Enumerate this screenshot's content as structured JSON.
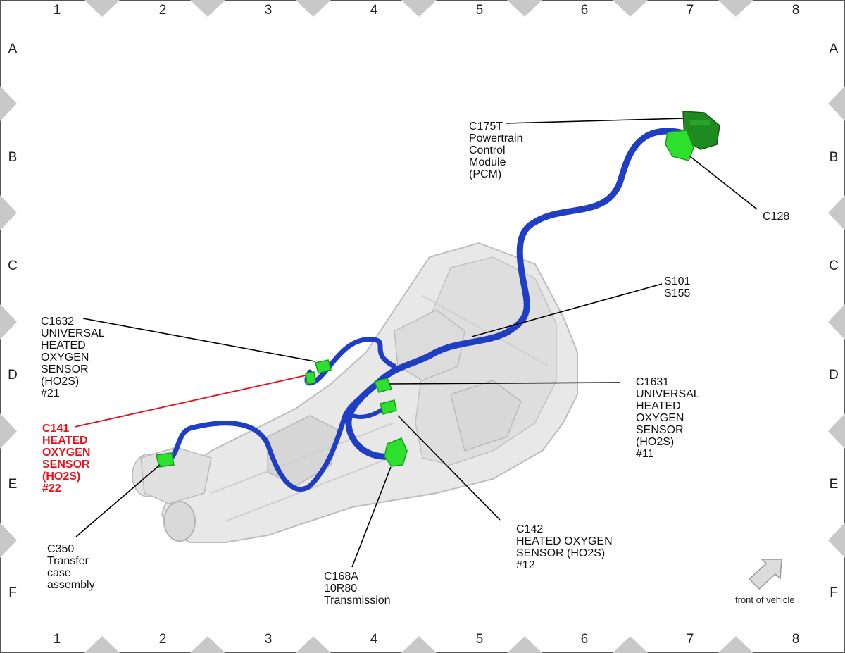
{
  "grid": {
    "columns": [
      "1",
      "2",
      "3",
      "4",
      "5",
      "6",
      "7",
      "8"
    ],
    "rows": [
      "A",
      "B",
      "C",
      "D",
      "E",
      "F"
    ]
  },
  "callouts": {
    "c175t": "C175T\nPowertrain\nControl\nModule\n(PCM)",
    "c128": "C128",
    "s101": "S101\nS155",
    "c1632": "C1632\nUNIVERSAL\nHEATED\nOXYGEN\nSENSOR\n(HO2S)\n#21",
    "c141": "C141\nHEATED\nOXYGEN\nSENSOR\n(HO2S)\n#22",
    "c1631": "C1631\nUNIVERSAL\nHEATED\nOXYGEN\nSENSOR\n(HO2S)\n#11",
    "c142": "C142\nHEATED OXYGEN\nSENSOR (HO2S)\n#12",
    "c350": "C350\nTransfer\ncase\nassembly",
    "c168a": "C168A\n10R80\nTransmission"
  },
  "front_of_vehicle": "front of vehicle",
  "colors": {
    "harness": "#1f3ec4",
    "connector": "#2ee02e",
    "pcm_connector": "#1f8a1f",
    "highlight": "#e8101a",
    "housing": "#e6e6e6"
  }
}
